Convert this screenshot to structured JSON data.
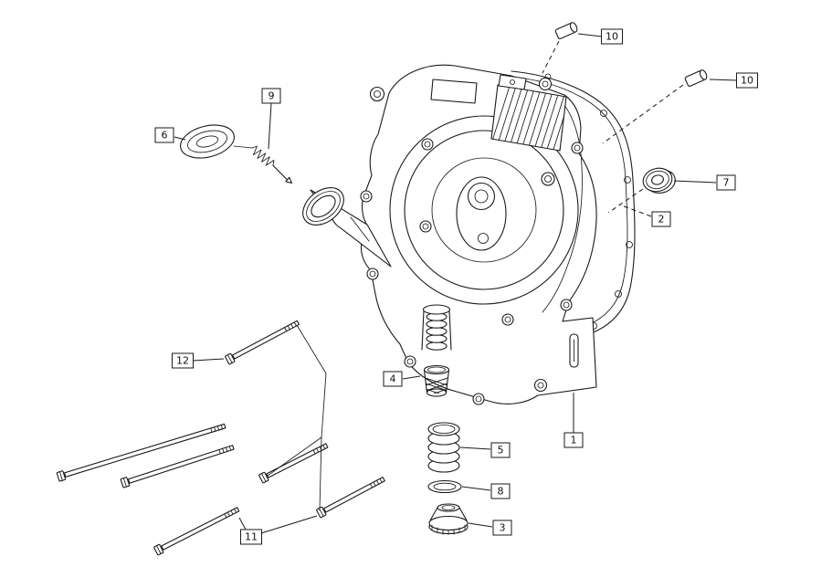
{
  "colors": {
    "background": "#ffffff",
    "line": "#1a1a1a"
  },
  "diagram": {
    "callouts": {
      "c1": {
        "label": "1"
      },
      "c2": {
        "label": "2"
      },
      "c3": {
        "label": "3"
      },
      "c4": {
        "label": "4"
      },
      "c5": {
        "label": "5"
      },
      "c6": {
        "label": "6"
      },
      "c7": {
        "label": "7"
      },
      "c8": {
        "label": "8"
      },
      "c9": {
        "label": "9"
      },
      "c10_top": {
        "label": "10"
      },
      "c10_right": {
        "label": "10"
      },
      "c11": {
        "label": "11"
      },
      "c12": {
        "label": "12"
      }
    }
  }
}
